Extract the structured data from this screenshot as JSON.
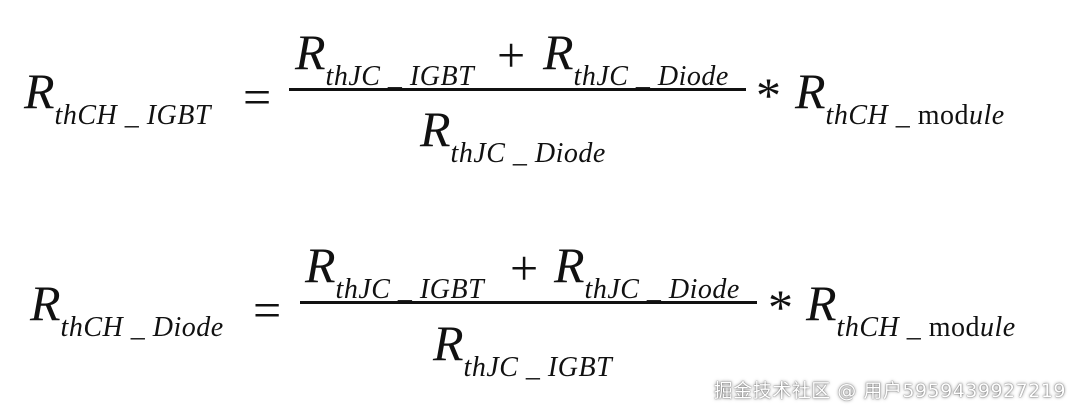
{
  "formula1": {
    "lhs": {
      "symbol": "R",
      "sub": "thCH _ IGBT"
    },
    "equals": "=",
    "numerator": {
      "term1": {
        "symbol": "R",
        "sub": "thJC _ IGBT"
      },
      "plus": "+",
      "term2": {
        "symbol": "R",
        "sub": "thJC _ Diode"
      }
    },
    "denominator": {
      "symbol": "R",
      "sub": "thJC _ Diode"
    },
    "times": "*",
    "rhs": {
      "symbol": "R",
      "sub_italic": "thCH _ ",
      "sub_upright": "mod",
      "sub_italic2": "ule"
    }
  },
  "formula2": {
    "lhs": {
      "symbol": "R",
      "sub": "thCH _ Diode"
    },
    "equals": "=",
    "numerator": {
      "term1": {
        "symbol": "R",
        "sub": "thJC _ IGBT"
      },
      "plus": "+",
      "term2": {
        "symbol": "R",
        "sub": "thJC _ Diode"
      }
    },
    "denominator": {
      "symbol": "R",
      "sub": "thJC _ IGBT"
    },
    "times": "*",
    "rhs": {
      "symbol": "R",
      "sub_italic": "thCH _ ",
      "sub_upright": "mod",
      "sub_italic2": "ule"
    }
  },
  "watermark": {
    "text": "掘金技术社区 @ 用户5959439927219"
  }
}
